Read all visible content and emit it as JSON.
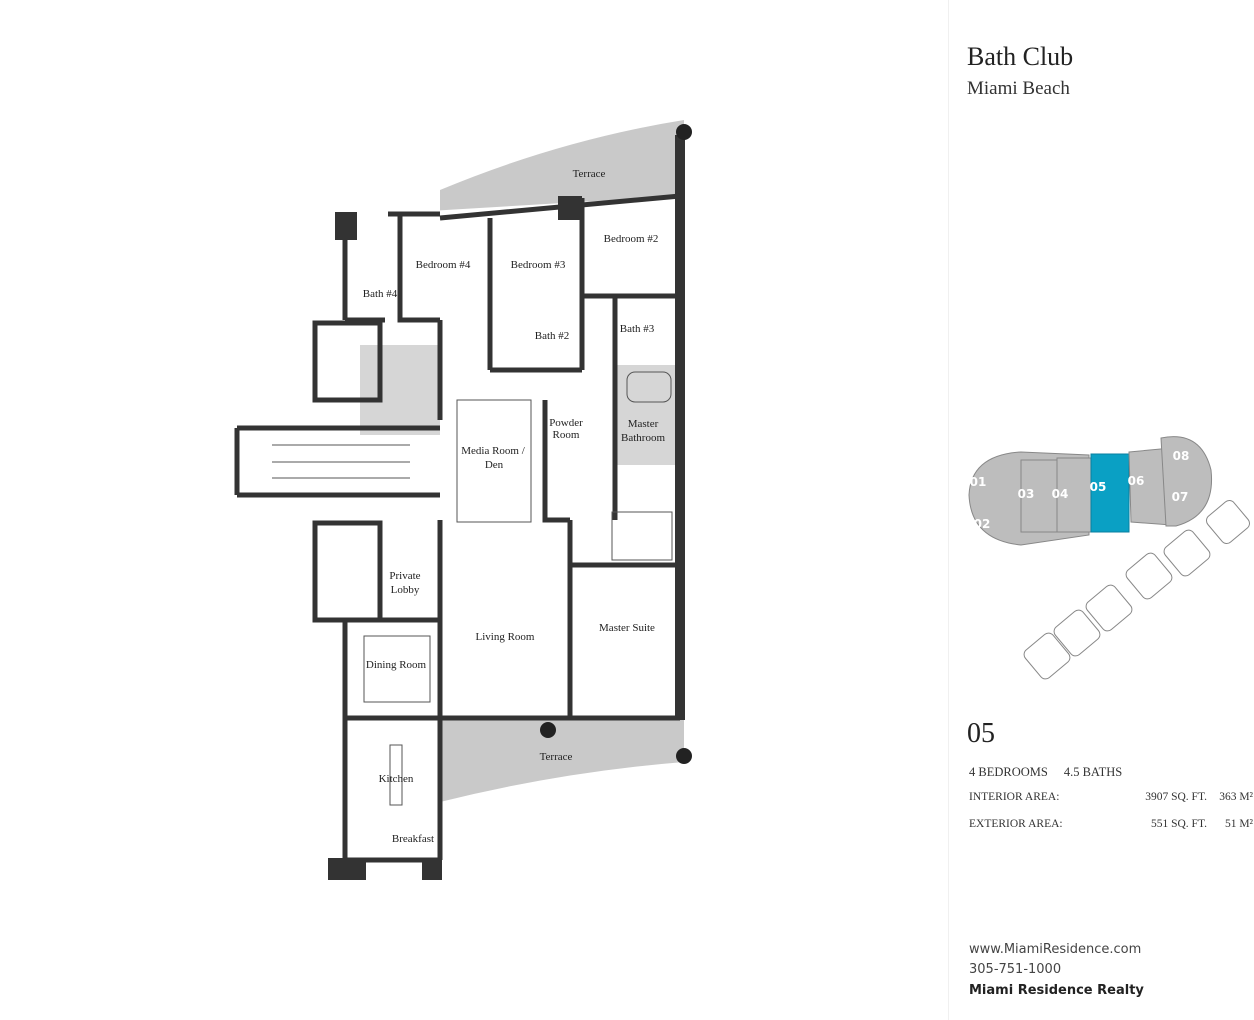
{
  "building": {
    "name": "Bath Club",
    "location": "Miami Beach"
  },
  "unit": {
    "number": "05",
    "bedrooms": "4 BEDROOMS",
    "baths": "4.5 BATHS",
    "interior": {
      "label": "INTERIOR AREA:",
      "sqft": "3907 SQ. FT.",
      "m2": "363 M²"
    },
    "exterior": {
      "label": "EXTERIOR AREA:",
      "sqft": "551 SQ. FT.",
      "m2": "51 M²"
    }
  },
  "rooms": {
    "terrace_top": "Terrace",
    "bedroom4": "Bedroom #4",
    "bedroom3": "Bedroom #3",
    "bedroom2": "Bedroom #2",
    "bath4": "Bath #4",
    "bath2": "Bath #2",
    "bath3": "Bath #3",
    "powder1": "Powder",
    "powder2": "Room",
    "master_bath1": "Master",
    "master_bath2": "Bathroom",
    "media1": "Media Room /",
    "media2": "Den",
    "lobby1": "Private",
    "lobby2": "Lobby",
    "living": "Living Room",
    "master_suite": "Master Suite",
    "dining": "Dining Room",
    "terrace_bottom": "Terrace",
    "kitchen": "Kitchen",
    "breakfast": "Breakfast"
  },
  "keyplan": {
    "units": [
      "01",
      "02",
      "03",
      "04",
      "05",
      "06",
      "07",
      "08"
    ],
    "highlight": "05",
    "highlight_color": "#0aa0c4",
    "unit_color": "#bdbdbd"
  },
  "contact": {
    "website": "www.MiamiResidence.com",
    "phone": "305-751-1000",
    "company": "Miami Residence Realty"
  }
}
